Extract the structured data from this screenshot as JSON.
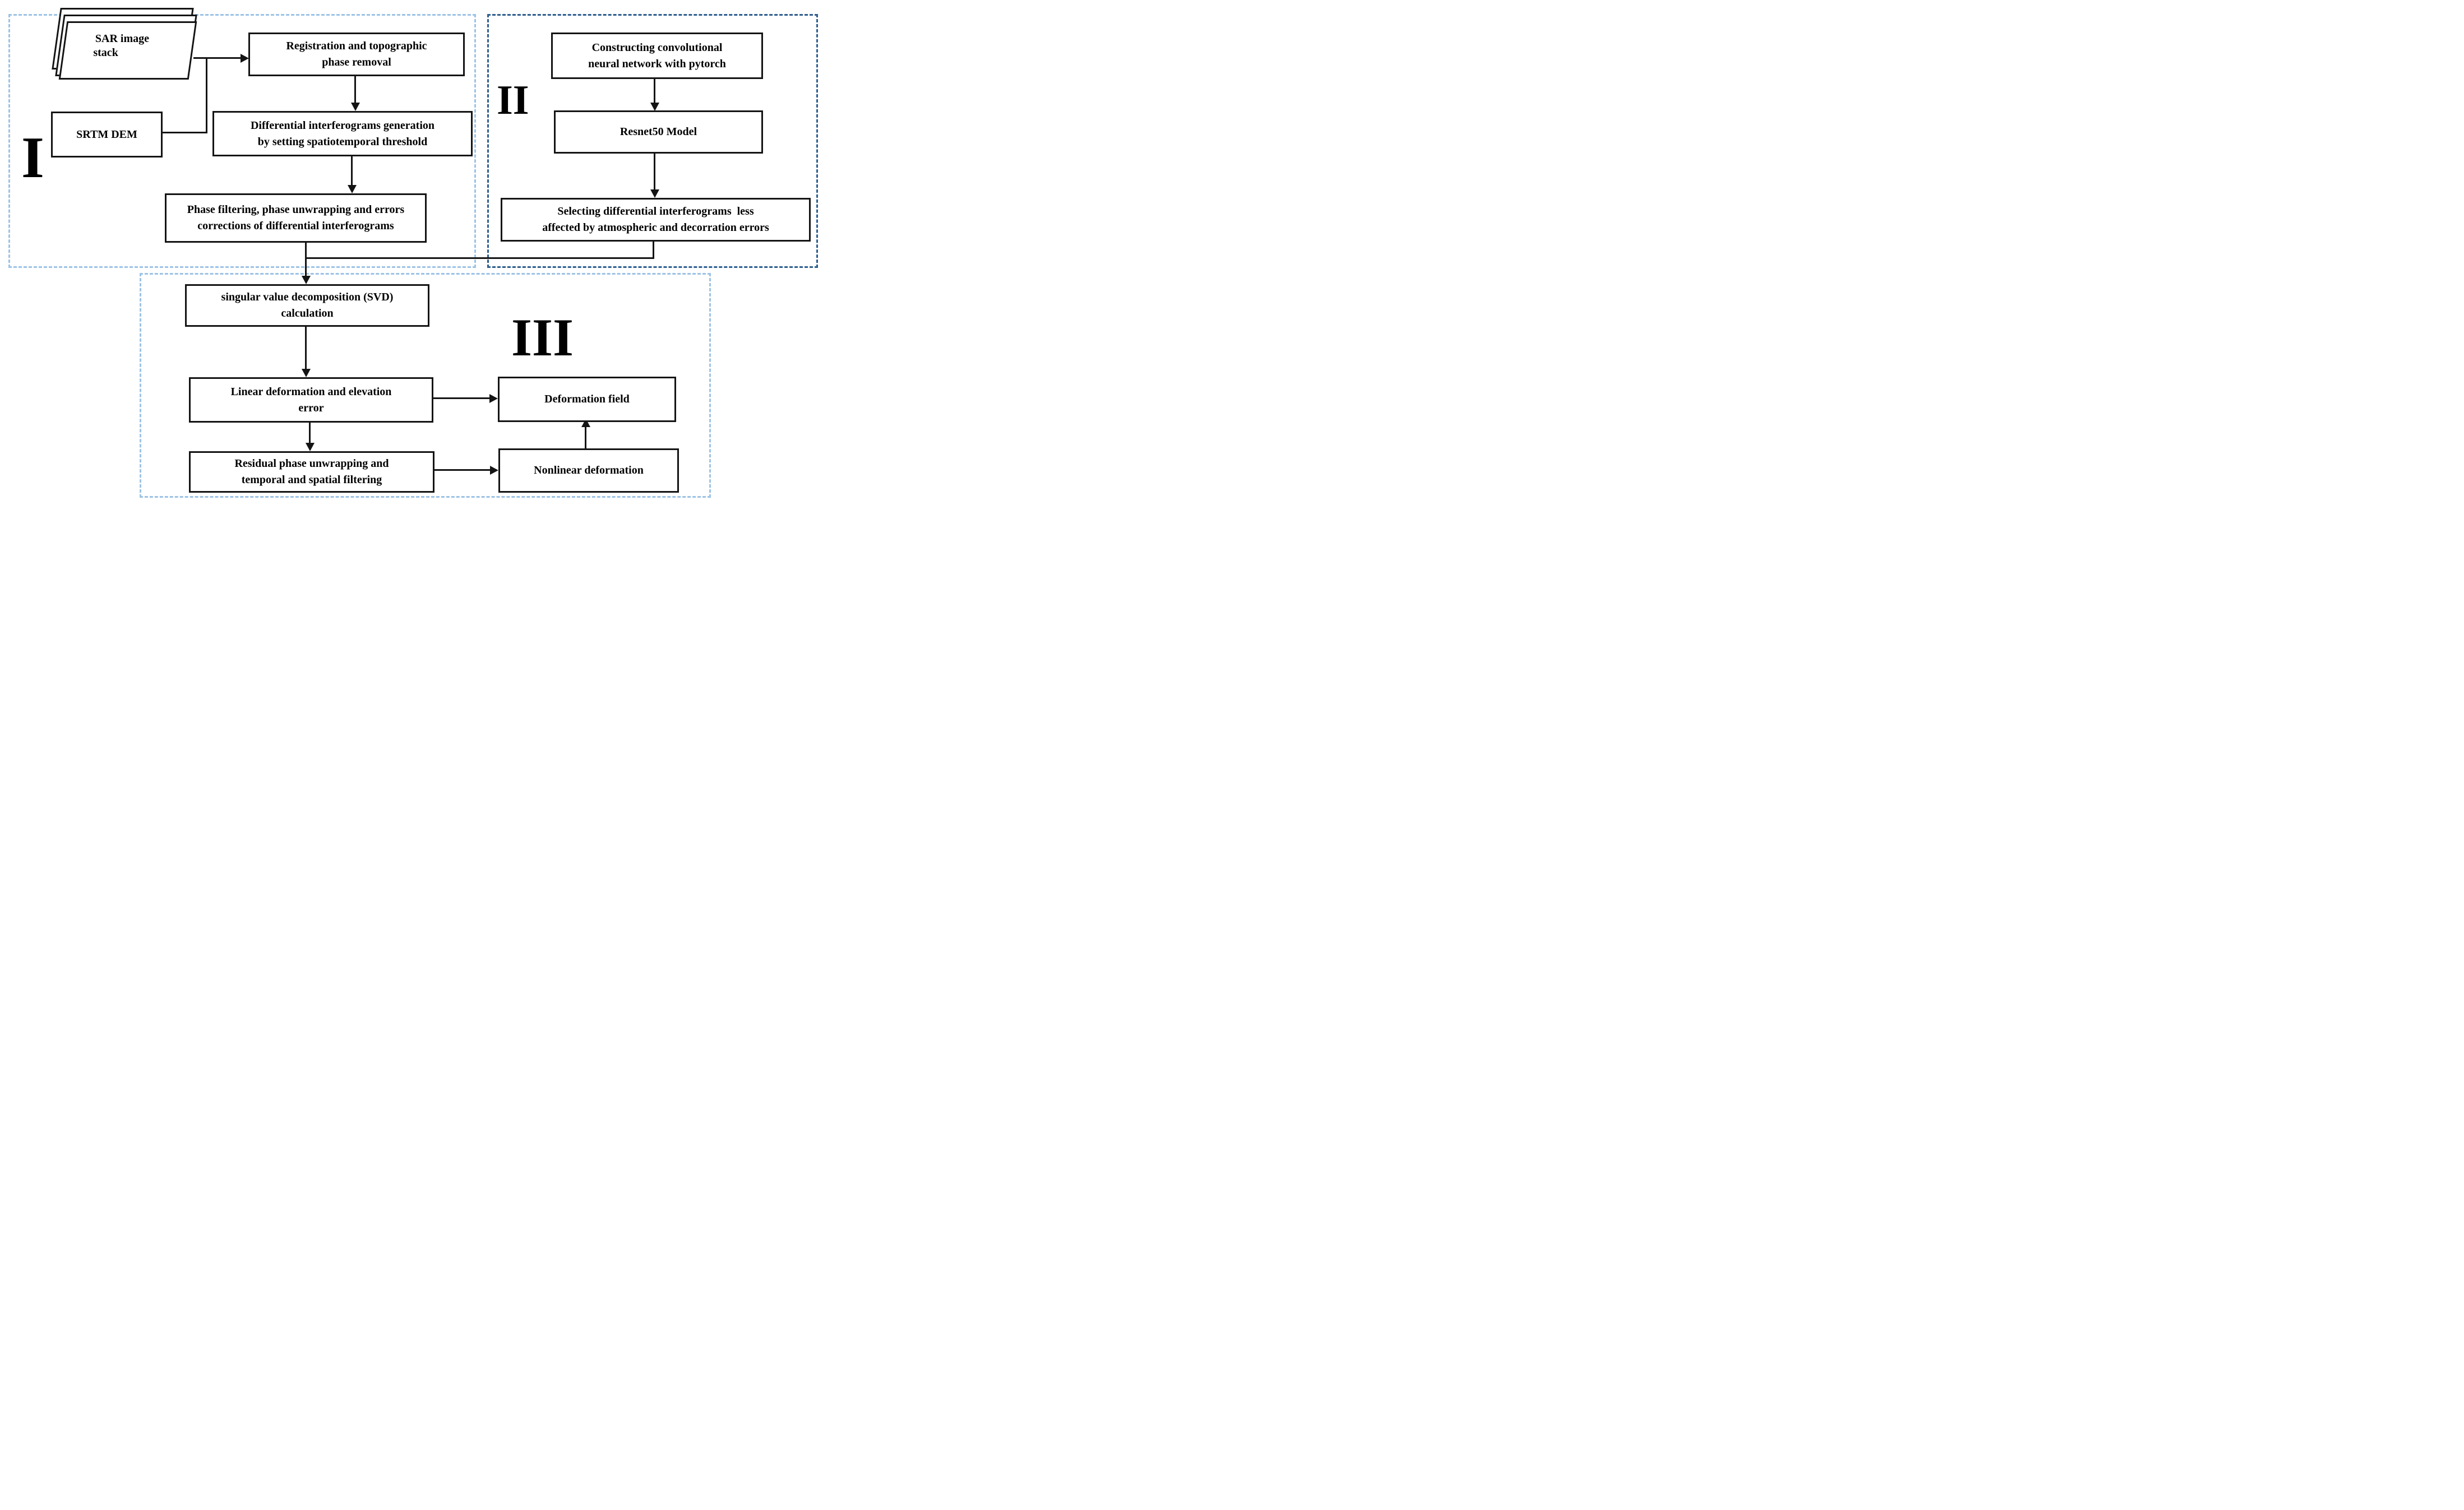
{
  "figure": {
    "type": "flowchart",
    "description": "SBAS-InSAR processing flowchart with three stages"
  },
  "labels": {
    "section1": "I",
    "section2": "II",
    "section3": "III"
  },
  "colors": {
    "section1_border": "#9DC3E6",
    "section2_border": "#2E5E8F",
    "section3_border": "#9DC3E6",
    "box_border": "#141414",
    "line": "#141414",
    "background": "#FFFFFF",
    "text": "#000000"
  },
  "nodes": {
    "sar_stack": {
      "line1": "SAR image",
      "line2": "stack"
    },
    "srtm_dem": {
      "line1": "SRTM DEM"
    },
    "registration": {
      "line1": "Registration and topographic",
      "line2": "phase removal"
    },
    "differential": {
      "line1": "Differential interferograms generation",
      "line2": "by setting spatiotemporal threshold"
    },
    "phase_filtering": {
      "line1": "Phase filtering, phase unwrapping and errors",
      "line2": "corrections of differential interferograms"
    },
    "constructing_cnn": {
      "line1": "Constructing convolutional",
      "line2": "neural network with pytorch"
    },
    "resnet50": {
      "line1": "Resnet50 Model"
    },
    "selecting": {
      "line1": "Selecting differential interferograms  less",
      "line2": "affected by atmospheric and decorration errors"
    },
    "svd": {
      "line1": "singular value decomposition (SVD)",
      "line2": "calculation"
    },
    "linear_deformation": {
      "line1": "Linear deformation and elevation",
      "line2": "error"
    },
    "deformation_field": {
      "line1": "Deformation field"
    },
    "residual_phase": {
      "line1": "Residual phase unwrapping and",
      "line2": "temporal and spatial filtering"
    },
    "nonlinear_deformation": {
      "line1": "Nonlinear deformation"
    }
  }
}
